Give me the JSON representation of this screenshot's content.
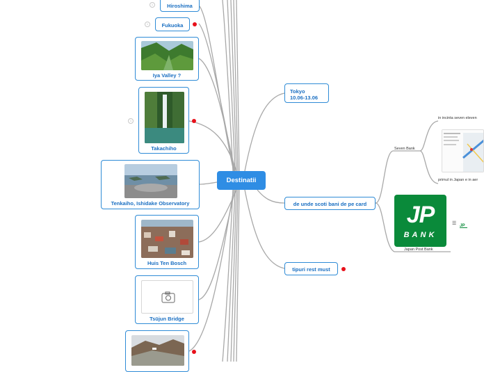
{
  "root": {
    "label": "Destinatii"
  },
  "left_nodes": [
    {
      "label": "Hiroshima",
      "badge": "1"
    },
    {
      "label": "Fukuoka",
      "badge": "1"
    },
    {
      "label": "Iya Valley ?"
    },
    {
      "label": "Takachiho",
      "badge": "1"
    },
    {
      "label": "Tenkaiho, Ishidake Observatory"
    },
    {
      "label": "Huis Ten Bosch"
    },
    {
      "label": "Tsūjun Bridge"
    }
  ],
  "right_nodes": [
    {
      "line1": "Tokyo",
      "line2": "10.06-13.06"
    },
    {
      "label": "de unde scoti bani de pe card"
    },
    {
      "label": "tipuri rest must"
    }
  ],
  "bank_branch": {
    "seven_bank": "Seven Bank",
    "seven_note_top": "in incinta seven eleven",
    "seven_note_bottom": "primul in Japan e in aer",
    "japan_post": "Japan Post Bank",
    "jp_logo_text": "JP",
    "jp_logo_sub": "BANK"
  },
  "colors": {
    "accent": "#2f8de4",
    "line": "#a8a8a8",
    "marker": "#e8101a",
    "jp_green": "#0a8a3a"
  }
}
